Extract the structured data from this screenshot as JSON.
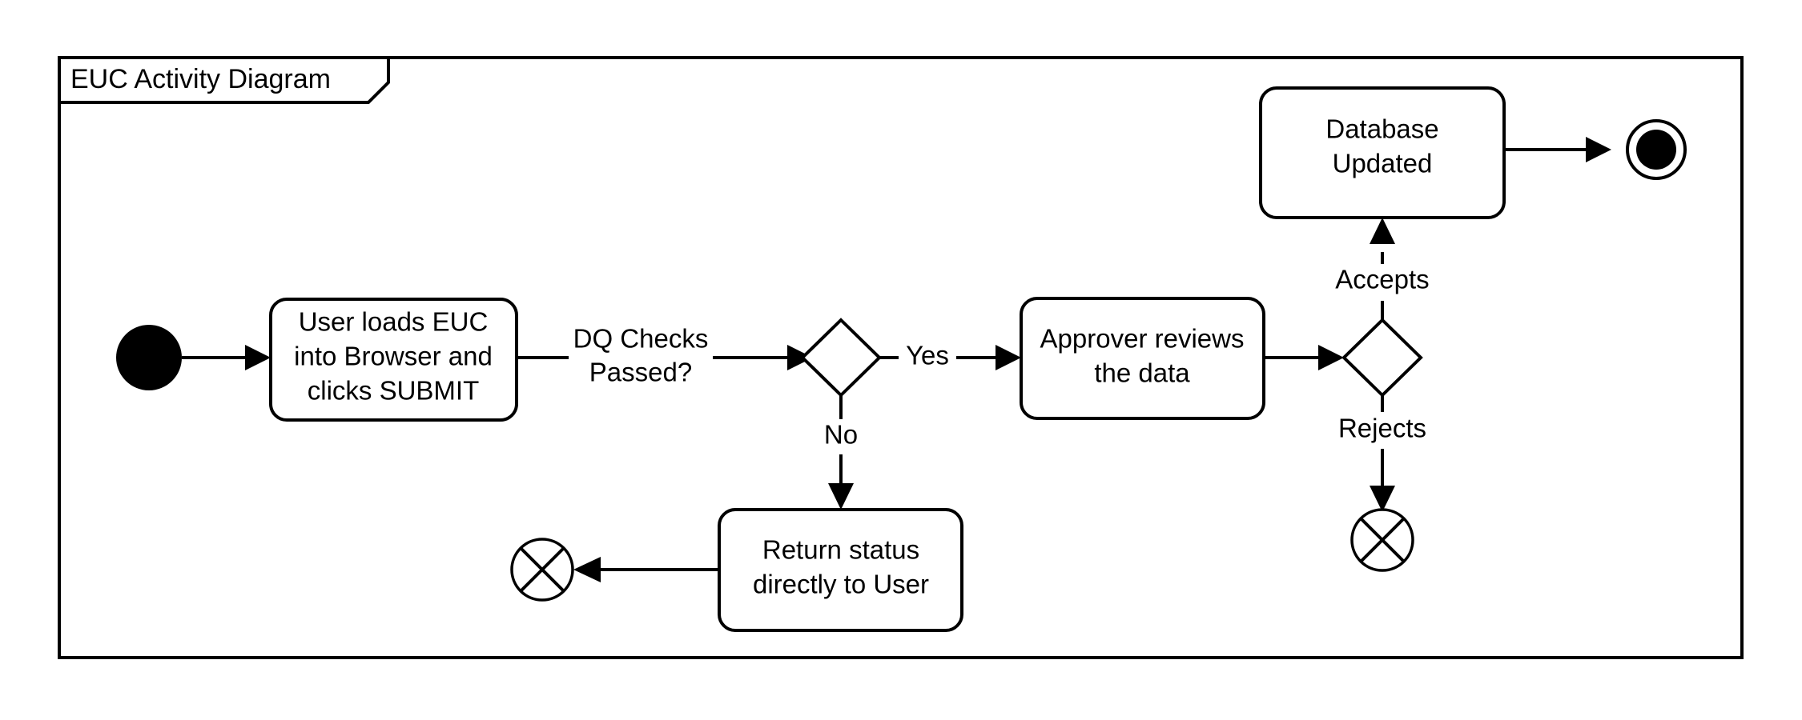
{
  "diagram": {
    "frame_title": "EUC Activity Diagram",
    "type": "uml-activity-diagram",
    "background_color": "#ffffff",
    "stroke_color": "#000000",
    "nodes": [
      {
        "id": "start",
        "kind": "initial-node",
        "label": ""
      },
      {
        "id": "load-euc",
        "kind": "action",
        "label_line1": "User loads EUC",
        "label_line2": "into Browser and",
        "label_line3": "clicks SUBMIT"
      },
      {
        "id": "dq-decision",
        "kind": "decision",
        "label": ""
      },
      {
        "id": "approver-review",
        "kind": "action",
        "label_line1": "Approver reviews",
        "label_line2": "the data"
      },
      {
        "id": "approval-decision",
        "kind": "decision",
        "label": ""
      },
      {
        "id": "database-updated",
        "kind": "action",
        "label_line1": "Database",
        "label_line2": "Updated"
      },
      {
        "id": "final-node",
        "kind": "activity-final",
        "label": ""
      },
      {
        "id": "return-status",
        "kind": "action",
        "label_line1": "Return status",
        "label_line2": "directly to User"
      },
      {
        "id": "flow-final-left",
        "kind": "flow-final",
        "label": ""
      },
      {
        "id": "flow-final-right",
        "kind": "flow-final",
        "label": ""
      }
    ],
    "edges": [
      {
        "id": "start-to-load",
        "from": "start",
        "to": "load-euc",
        "label": ""
      },
      {
        "id": "load-to-dq",
        "from": "load-euc",
        "to": "dq-decision",
        "label_line1": "DQ Checks",
        "label_line2": "Passed?"
      },
      {
        "id": "dq-yes",
        "from": "dq-decision",
        "to": "approver-review",
        "label": "Yes"
      },
      {
        "id": "dq-no",
        "from": "dq-decision",
        "to": "return-status",
        "label": "No"
      },
      {
        "id": "review-to-decision",
        "from": "approver-review",
        "to": "approval-decision",
        "label": ""
      },
      {
        "id": "approval-accepts",
        "from": "approval-decision",
        "to": "database-updated",
        "label": "Accepts"
      },
      {
        "id": "approval-rejects",
        "from": "approval-decision",
        "to": "flow-final-right",
        "label": "Rejects"
      },
      {
        "id": "db-to-final",
        "from": "database-updated",
        "to": "final-node",
        "label": ""
      },
      {
        "id": "return-to-flowfinal",
        "from": "return-status",
        "to": "flow-final-left",
        "label": ""
      }
    ]
  }
}
